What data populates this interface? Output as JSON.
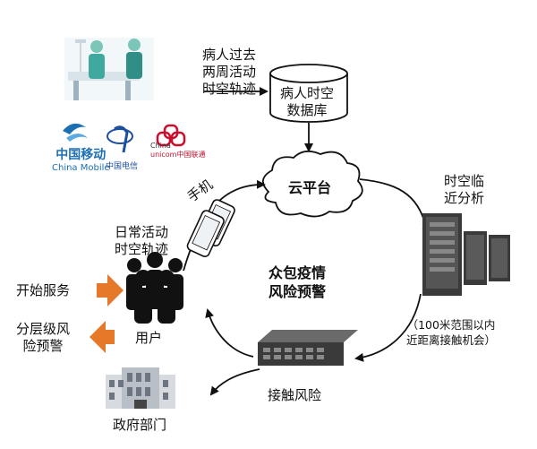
{
  "nodes": {
    "patient_history": [
      "病人过去",
      "两周活动",
      "时空轨迹"
    ],
    "database": [
      "病人时空",
      "数据库"
    ],
    "cloud": "云平台",
    "phone": "手机",
    "daily_trajectory": [
      "日常活动",
      "时空轨迹"
    ],
    "analysis": [
      "时空临",
      "近分析"
    ],
    "range_note": [
      "（100米范围以内",
      "近距离接触机会）"
    ],
    "center_title": [
      "众包疫情",
      "风险预警"
    ],
    "users": "用户",
    "start_service": "开始服务",
    "tiered_warning": [
      "分层级风",
      "险预警"
    ],
    "contact_risk": "接触风险",
    "government": "政府部门"
  },
  "logos": {
    "china_mobile": [
      "中国移动",
      "China Mobile"
    ],
    "china_telecom": "中国电信",
    "china_unicom": [
      "China",
      "unicom中国联通"
    ]
  },
  "colors": {
    "arrow_orange": "#e6782a",
    "cloud_fill": "#ffffff",
    "server_dark": "#3a3a3a",
    "logo_blue": "#1b6fb3",
    "logo_red": "#c8102e"
  },
  "icons": [
    "surgery-team-icon",
    "database-cylinder-icon",
    "cloud-icon",
    "smartphone-icon",
    "server-rack-icon",
    "people-group-icon",
    "network-switch-icon",
    "government-building-icon"
  ]
}
